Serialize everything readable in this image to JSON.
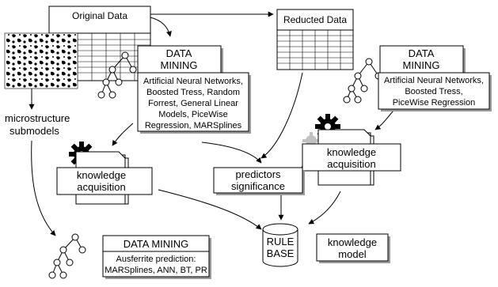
{
  "original_data": {
    "label": "Original Data"
  },
  "reducted_data": {
    "label": "Reducted Data"
  },
  "data_mining_1": {
    "title_line1": "DATA",
    "title_line2": "MINING",
    "methods": [
      "Artificial Neural Networks,",
      "Boosted Tress, Random",
      "Forrest, General Linear",
      "Models, PiceWise",
      "Regression, MARSplines"
    ]
  },
  "data_mining_2": {
    "title_line1": "DATA",
    "title_line2": "MINING",
    "methods": [
      "Artificial Neural Networks,",
      "Boosted Tress,",
      "PiceWise Regression"
    ]
  },
  "microstructure": {
    "line1": "microstructure",
    "line2": "submodels"
  },
  "knowledge_acq_1": {
    "line1": "knowledge",
    "line2": "acquisition"
  },
  "knowledge_acq_2": {
    "line1": "knowledge",
    "line2": "acquisition"
  },
  "predictors": {
    "line1": "predictors",
    "line2": "significance"
  },
  "rule_base": {
    "line1": "RULE",
    "line2": "BASE"
  },
  "knowledge_model": {
    "line1": "knowledge",
    "line2": "model"
  },
  "data_mining_3": {
    "title": "DATA MINING",
    "line1": "Ausferrite prediction:",
    "line2": "MARSplines, ANN, BT, PR"
  }
}
